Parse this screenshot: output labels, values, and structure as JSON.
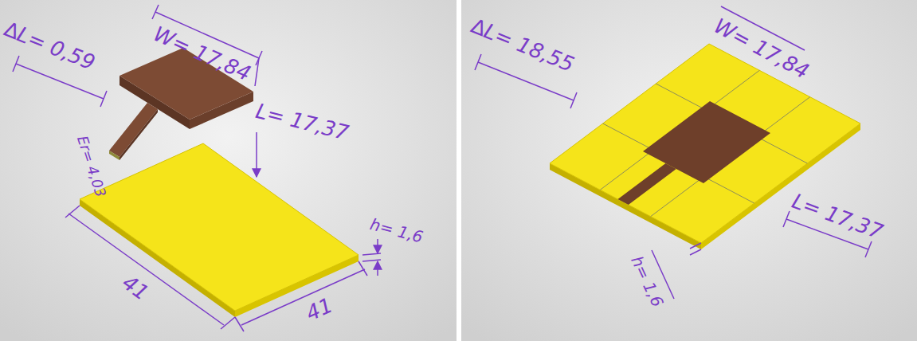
{
  "diagram": {
    "labels": [
      "∆L= 0,59",
      "W= 17,84",
      "L= 17,37",
      "Er= 4,03",
      "h= 1,6",
      "41",
      "41",
      "∆L= 18,55",
      "W= 17,84",
      "L= 17,37",
      "h= 1,6"
    ]
  }
}
